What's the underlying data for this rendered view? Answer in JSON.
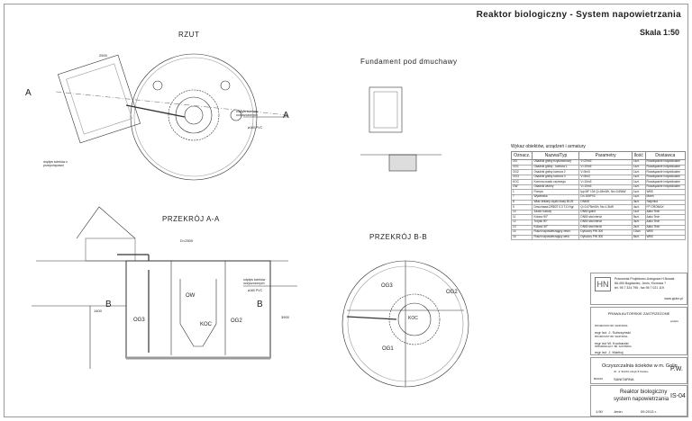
{
  "title": "Reaktor biologiczny - System napowietrzania",
  "scale": "Skala 1:50",
  "views": {
    "plan": "RZUT",
    "foundation": "Fundament pod dmuchawy",
    "section_aa": "PRZEKRÓJ A-A",
    "section_bb": "PRZEKRÓJ B-B"
  },
  "labels": {
    "a": "A",
    "b": "B",
    "ow": "OW",
    "koc": "KOC",
    "og1": "OG1",
    "og2": "OG2",
    "og3": "OG3",
    "pipe": "odpływ ścieków oczyszczonych",
    "pvc": "ø160 PVC",
    "inflow": "dopływ ścieków z przepompowni",
    "dim_d": "D=2500",
    "dim1": "2500",
    "dim2": "1400",
    "dim3": "3900"
  },
  "bom": {
    "title": "Wykaz obiektów, urządzeń i armatury",
    "headers": [
      "Oznacz.",
      "Nazwa/Typ",
      "Parametry",
      "Ilość",
      "Dostawca"
    ],
    "rows": [
      [
        "OG",
        "Osadnik gnilny trzykomorowy",
        "V=20m3",
        "1szt.",
        "Rozwiązanie indywidualne"
      ],
      [
        "OG1",
        "Osadnik gnilny - komora 1",
        "V=10m3",
        "1szt.",
        "Rozwiązanie indywidualne"
      ],
      [
        "OG2",
        "Osadnik gnilny komora 2",
        "V=5m3",
        "1szt.",
        "Rozwiązanie indywidualne"
      ],
      [
        "OG3",
        "Osadnik gnilny komora 3",
        "V=5m3",
        "1szt.",
        "Rozwiązanie indywidualne"
      ],
      [
        "KOC",
        "Komora osadu czynnego",
        "V=10m3",
        "1szt.",
        "Rozwiązanie indywidualne"
      ],
      [
        "OW",
        "Osadnik wtórny",
        "V=10m3",
        "1szt.",
        "Rozwiązanie indywidualne"
      ],
      [
        "1",
        "Pompa",
        "typ MF 134 Q=18m3/h, Ns=0,65kW",
        "1szt.",
        "WBS"
      ],
      [
        "7",
        "Wywiewka",
        "Dn 160PVC",
        "1szt.",
        "Marm"
      ],
      [
        "8",
        "Właz żeliwny ciężki klasy B125",
        "DN600",
        "3szt.",
        "Stajonka"
      ],
      [
        "9",
        "Dmuchawa DR80T 0,3 T-D Ngr",
        "Q=0,47Nm3/h, Ns=1,5kW",
        "4szt.",
        "FP GROMAX"
      ],
      [
        "10",
        "Zawór kulowy",
        "DN50 gwint",
        "1szt.",
        "Aako Tech"
      ],
      [
        "11",
        "Kolano 90°",
        "DN50 stal nierdz",
        "5szt.",
        "Aako Tech"
      ],
      [
        "12",
        "Trójnik 90°",
        "DN50 stal nierdz",
        "3szt.",
        "Aako Tech"
      ],
      [
        "13",
        "Kolano 30°",
        "DN50 stal nierdz",
        "2szt.",
        "Aako Tech"
      ],
      [
        "14",
        "Ruszt napowietrzający zewn.",
        "Dyfuzory PW 300",
        "13szt.",
        "WBS"
      ],
      [
        "15",
        "Ruszt napowietrzający wew.",
        "Dyfuzory PW 300",
        "6szt.",
        "WBS"
      ]
    ]
  },
  "titleblock": {
    "company": "Pracownia Projektowo-Usługowa H.Nowak",
    "address": "66-450 Bogdaniec, Jenin, Klonowa 7",
    "phone": "tel. 95 7 324 795 ; fax 95 7 021 119",
    "web": "www.pjuhn.pl",
    "copyright": "PRAWA AUTORSKIE ZASTRZEŻONE",
    "sign": "podpis",
    "people": [
      {
        "role": "PROJEKTANT: BR. SANITARNA",
        "name": "mgr inż. J. Sobczyński"
      },
      {
        "role": "PROJEKTANT: BR. SANITARNA",
        "name": "mgr inż W. Kucharski"
      },
      {
        "role": "SPRAWDZAJĄCY: BR. SANITARNA",
        "name": "mgr inż. J. Mańtoj"
      }
    ],
    "object": "Oczyszczalnia ścieków w m. Golin",
    "object_sub": "dz. nr 311/10 obręb 8 Karsko",
    "stage": "P.W.",
    "branch_label": "BRANŻA",
    "branch": "SANITARNA",
    "drawing": "Reaktor biologiczny",
    "drawing2": "system napowietrzania",
    "number": "IS-04",
    "scale": "1:50",
    "place": "Jenin",
    "date": "09.2013 r."
  }
}
